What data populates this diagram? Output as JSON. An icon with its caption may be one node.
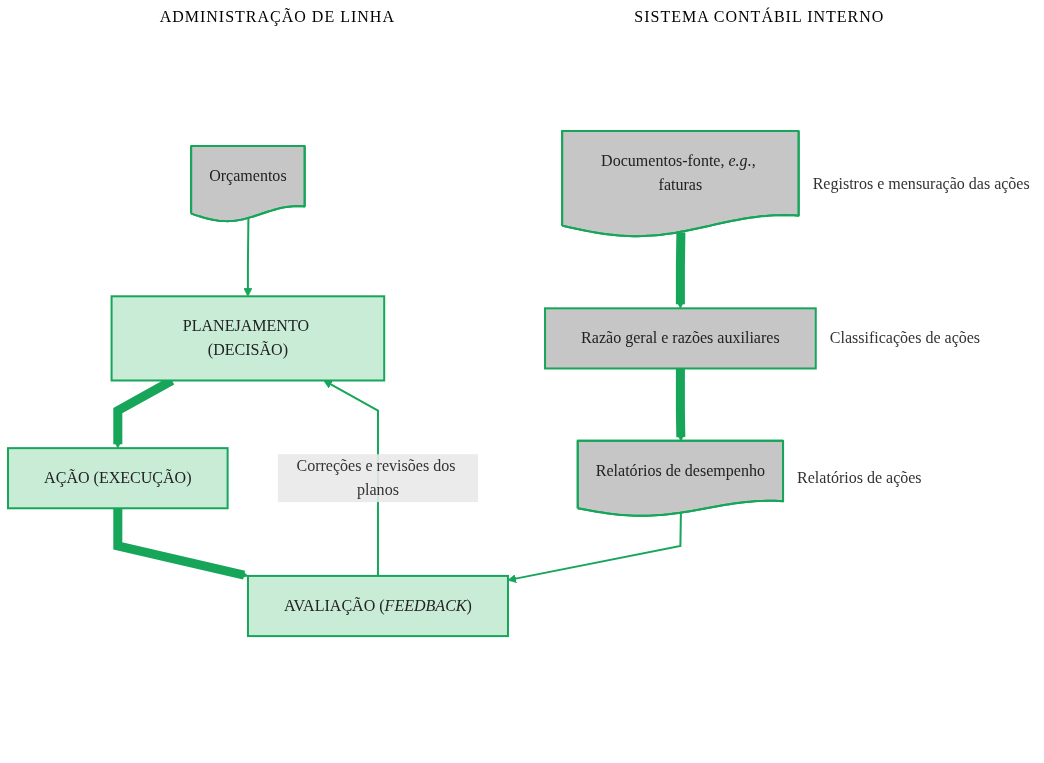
{
  "diagram": {
    "nodes": [
      {
        "text": [
          "PLANEJAMENTO (DECISÃO)"
        ]
      },
      {
        "text": [
          "Orçamentos"
        ]
      },
      {
        "text": [
          "AÇÃO (EXECUÇÃO)"
        ]
      },
      {
        "text": [
          "Documentos-fonte, *e.g.*, faturas"
        ],
        "beside": [
          "Registros e mensuração das ações"
        ]
      },
      {
        "text": [
          "Razão geral e razões auxiliares"
        ],
        "beside": [
          "Classificações de ações"
        ]
      },
      {
        "text": [
          "AVALIAÇÃO (*FEEDBACK*)"
        ]
      },
      {
        "text": [
          "Relatórios de desempenho"
        ],
        "beside": [
          "Relatórios de ações"
        ]
      }
    ],
    "edges": [
      {
        "from": 1,
        "to": 0,
        "arrow": "to"
      },
      {
        "from": 0,
        "to": 2,
        "arrow": "to"
      },
      {
        "from": 2,
        "to": 5,
        "arrow": "to"
      },
      {
        "from": 3,
        "to": 4,
        "arrow": "to"
      },
      {
        "from": 4,
        "to": 6,
        "arrow": "to"
      },
      {
        "from": 6,
        "to": 5,
        "arrow": "to"
      },
      {
        "from": 5,
        "to": 0,
        "arrow": "to",
        "label": "Correções e revisões dos planos"
      }
    ],
    "labels": [
      "ADMINISTRAÇÃO DE LINHA",
      "SISTEMA CONTÁBIL INTERNO"
    ]
  }
}
